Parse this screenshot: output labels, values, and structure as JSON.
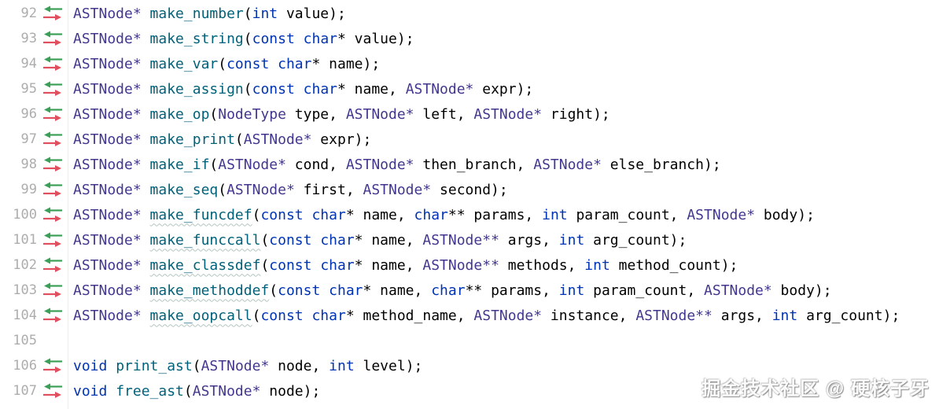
{
  "colors": {
    "background": "#ffffff",
    "keyword": "#0033b3",
    "function": "#00627a",
    "type": "#41378f",
    "text": "#000000",
    "line_number": "#adadad",
    "gutter_separator": "#ededed",
    "arrow_green": "#3d9e57",
    "arrow_red": "#e04f5f",
    "squiggle": "#b4c6c2"
  },
  "gutter": {
    "icon_names": [
      "nav-left-arrow-icon",
      "nav-right-arrow-icon"
    ]
  },
  "editor": {
    "lines": [
      {
        "num": "92",
        "icons": true,
        "tokens": [
          {
            "t": "type",
            "s": "ASTNode*"
          },
          {
            "t": "plain",
            "s": " "
          },
          {
            "t": "func",
            "s": "make_number"
          },
          {
            "t": "plain",
            "s": "("
          },
          {
            "t": "kw",
            "s": "int"
          },
          {
            "t": "plain",
            "s": " value);"
          }
        ]
      },
      {
        "num": "93",
        "icons": true,
        "tokens": [
          {
            "t": "type",
            "s": "ASTNode*"
          },
          {
            "t": "plain",
            "s": " "
          },
          {
            "t": "func",
            "s": "make_string"
          },
          {
            "t": "plain",
            "s": "("
          },
          {
            "t": "kw",
            "s": "const"
          },
          {
            "t": "plain",
            "s": " "
          },
          {
            "t": "kw",
            "s": "char"
          },
          {
            "t": "plain",
            "s": "* value);"
          }
        ]
      },
      {
        "num": "94",
        "icons": true,
        "tokens": [
          {
            "t": "type",
            "s": "ASTNode*"
          },
          {
            "t": "plain",
            "s": " "
          },
          {
            "t": "func",
            "s": "make_var"
          },
          {
            "t": "plain",
            "s": "("
          },
          {
            "t": "kw",
            "s": "const"
          },
          {
            "t": "plain",
            "s": " "
          },
          {
            "t": "kw",
            "s": "char"
          },
          {
            "t": "plain",
            "s": "* name);"
          }
        ]
      },
      {
        "num": "95",
        "icons": true,
        "tokens": [
          {
            "t": "type",
            "s": "ASTNode*"
          },
          {
            "t": "plain",
            "s": " "
          },
          {
            "t": "func",
            "s": "make_assign"
          },
          {
            "t": "plain",
            "s": "("
          },
          {
            "t": "kw",
            "s": "const"
          },
          {
            "t": "plain",
            "s": " "
          },
          {
            "t": "kw",
            "s": "char"
          },
          {
            "t": "plain",
            "s": "* name, "
          },
          {
            "t": "type",
            "s": "ASTNode*"
          },
          {
            "t": "plain",
            "s": " expr);"
          }
        ]
      },
      {
        "num": "96",
        "icons": true,
        "tokens": [
          {
            "t": "type",
            "s": "ASTNode*"
          },
          {
            "t": "plain",
            "s": " "
          },
          {
            "t": "func",
            "s": "make_op"
          },
          {
            "t": "plain",
            "s": "("
          },
          {
            "t": "type",
            "s": "NodeType"
          },
          {
            "t": "plain",
            "s": " type, "
          },
          {
            "t": "type",
            "s": "ASTNode*"
          },
          {
            "t": "plain",
            "s": " left, "
          },
          {
            "t": "type",
            "s": "ASTNode*"
          },
          {
            "t": "plain",
            "s": " right);"
          }
        ]
      },
      {
        "num": "97",
        "icons": true,
        "tokens": [
          {
            "t": "type",
            "s": "ASTNode*"
          },
          {
            "t": "plain",
            "s": " "
          },
          {
            "t": "func",
            "s": "make_print"
          },
          {
            "t": "plain",
            "s": "("
          },
          {
            "t": "type",
            "s": "ASTNode*"
          },
          {
            "t": "plain",
            "s": " expr);"
          }
        ]
      },
      {
        "num": "98",
        "icons": true,
        "tokens": [
          {
            "t": "type",
            "s": "ASTNode*"
          },
          {
            "t": "plain",
            "s": " "
          },
          {
            "t": "func",
            "s": "make_if"
          },
          {
            "t": "plain",
            "s": "("
          },
          {
            "t": "type",
            "s": "ASTNode*"
          },
          {
            "t": "plain",
            "s": " cond, "
          },
          {
            "t": "type",
            "s": "ASTNode*"
          },
          {
            "t": "plain",
            "s": " then_branch, "
          },
          {
            "t": "type",
            "s": "ASTNode*"
          },
          {
            "t": "plain",
            "s": " else_branch);"
          }
        ]
      },
      {
        "num": "99",
        "icons": true,
        "tokens": [
          {
            "t": "type",
            "s": "ASTNode*"
          },
          {
            "t": "plain",
            "s": " "
          },
          {
            "t": "func",
            "s": "make_seq"
          },
          {
            "t": "plain",
            "s": "("
          },
          {
            "t": "type",
            "s": "ASTNode*"
          },
          {
            "t": "plain",
            "s": " first, "
          },
          {
            "t": "type",
            "s": "ASTNode*"
          },
          {
            "t": "plain",
            "s": " second);"
          }
        ]
      },
      {
        "num": "100",
        "icons": true,
        "tokens": [
          {
            "t": "type",
            "s": "ASTNode*"
          },
          {
            "t": "plain",
            "s": " "
          },
          {
            "t": "func",
            "s": "make_funcdef",
            "sq": true
          },
          {
            "t": "plain",
            "s": "("
          },
          {
            "t": "kw",
            "s": "const"
          },
          {
            "t": "plain",
            "s": " "
          },
          {
            "t": "kw",
            "s": "char"
          },
          {
            "t": "plain",
            "s": "* name, "
          },
          {
            "t": "kw",
            "s": "char"
          },
          {
            "t": "plain",
            "s": "** params, "
          },
          {
            "t": "kw",
            "s": "int"
          },
          {
            "t": "plain",
            "s": " param_count, "
          },
          {
            "t": "type",
            "s": "ASTNode*"
          },
          {
            "t": "plain",
            "s": " body);"
          }
        ]
      },
      {
        "num": "101",
        "icons": true,
        "tokens": [
          {
            "t": "type",
            "s": "ASTNode*"
          },
          {
            "t": "plain",
            "s": " "
          },
          {
            "t": "func",
            "s": "make_funccall",
            "sq": true
          },
          {
            "t": "plain",
            "s": "("
          },
          {
            "t": "kw",
            "s": "const"
          },
          {
            "t": "plain",
            "s": " "
          },
          {
            "t": "kw",
            "s": "char"
          },
          {
            "t": "plain",
            "s": "* name, "
          },
          {
            "t": "type",
            "s": "ASTNode**"
          },
          {
            "t": "plain",
            "s": " args, "
          },
          {
            "t": "kw",
            "s": "int"
          },
          {
            "t": "plain",
            "s": " arg_count);"
          }
        ]
      },
      {
        "num": "102",
        "icons": true,
        "tokens": [
          {
            "t": "type",
            "s": "ASTNode*"
          },
          {
            "t": "plain",
            "s": " "
          },
          {
            "t": "func",
            "s": "make_classdef",
            "sq": true
          },
          {
            "t": "plain",
            "s": "("
          },
          {
            "t": "kw",
            "s": "const"
          },
          {
            "t": "plain",
            "s": " "
          },
          {
            "t": "kw",
            "s": "char"
          },
          {
            "t": "plain",
            "s": "* name, "
          },
          {
            "t": "type",
            "s": "ASTNode**"
          },
          {
            "t": "plain",
            "s": " methods, "
          },
          {
            "t": "kw",
            "s": "int"
          },
          {
            "t": "plain",
            "s": " method_count);"
          }
        ]
      },
      {
        "num": "103",
        "icons": true,
        "tokens": [
          {
            "t": "type",
            "s": "ASTNode*"
          },
          {
            "t": "plain",
            "s": " "
          },
          {
            "t": "func",
            "s": "make_methoddef",
            "sq": true
          },
          {
            "t": "plain",
            "s": "("
          },
          {
            "t": "kw",
            "s": "const"
          },
          {
            "t": "plain",
            "s": " "
          },
          {
            "t": "kw",
            "s": "char"
          },
          {
            "t": "plain",
            "s": "* name, "
          },
          {
            "t": "kw",
            "s": "char"
          },
          {
            "t": "plain",
            "s": "** params, "
          },
          {
            "t": "kw",
            "s": "int"
          },
          {
            "t": "plain",
            "s": " param_count, "
          },
          {
            "t": "type",
            "s": "ASTNode*"
          },
          {
            "t": "plain",
            "s": " body);"
          }
        ]
      },
      {
        "num": "104",
        "icons": true,
        "tokens": [
          {
            "t": "type",
            "s": "ASTNode*"
          },
          {
            "t": "plain",
            "s": " "
          },
          {
            "t": "func",
            "s": "make_oopcall",
            "sq": true
          },
          {
            "t": "plain",
            "s": "("
          },
          {
            "t": "kw",
            "s": "const"
          },
          {
            "t": "plain",
            "s": " "
          },
          {
            "t": "kw",
            "s": "char"
          },
          {
            "t": "plain",
            "s": "* method_name, "
          },
          {
            "t": "type",
            "s": "ASTNode*"
          },
          {
            "t": "plain",
            "s": " instance, "
          },
          {
            "t": "type",
            "s": "ASTNode**"
          },
          {
            "t": "plain",
            "s": " args, "
          },
          {
            "t": "kw",
            "s": "int"
          },
          {
            "t": "plain",
            "s": " arg_count);"
          }
        ]
      },
      {
        "num": "105",
        "icons": false,
        "tokens": []
      },
      {
        "num": "106",
        "icons": true,
        "tokens": [
          {
            "t": "kw",
            "s": "void"
          },
          {
            "t": "plain",
            "s": " "
          },
          {
            "t": "func",
            "s": "print_ast"
          },
          {
            "t": "plain",
            "s": "("
          },
          {
            "t": "type",
            "s": "ASTNode*"
          },
          {
            "t": "plain",
            "s": " node, "
          },
          {
            "t": "kw",
            "s": "int"
          },
          {
            "t": "plain",
            "s": " level);"
          }
        ]
      },
      {
        "num": "107",
        "icons": true,
        "tokens": [
          {
            "t": "kw",
            "s": "void"
          },
          {
            "t": "plain",
            "s": " "
          },
          {
            "t": "func",
            "s": "free_ast"
          },
          {
            "t": "plain",
            "s": "("
          },
          {
            "t": "type",
            "s": "ASTNode*"
          },
          {
            "t": "plain",
            "s": " node);"
          }
        ]
      }
    ]
  },
  "watermark": {
    "text": "掘金技术社区 @ 硬核子牙"
  }
}
